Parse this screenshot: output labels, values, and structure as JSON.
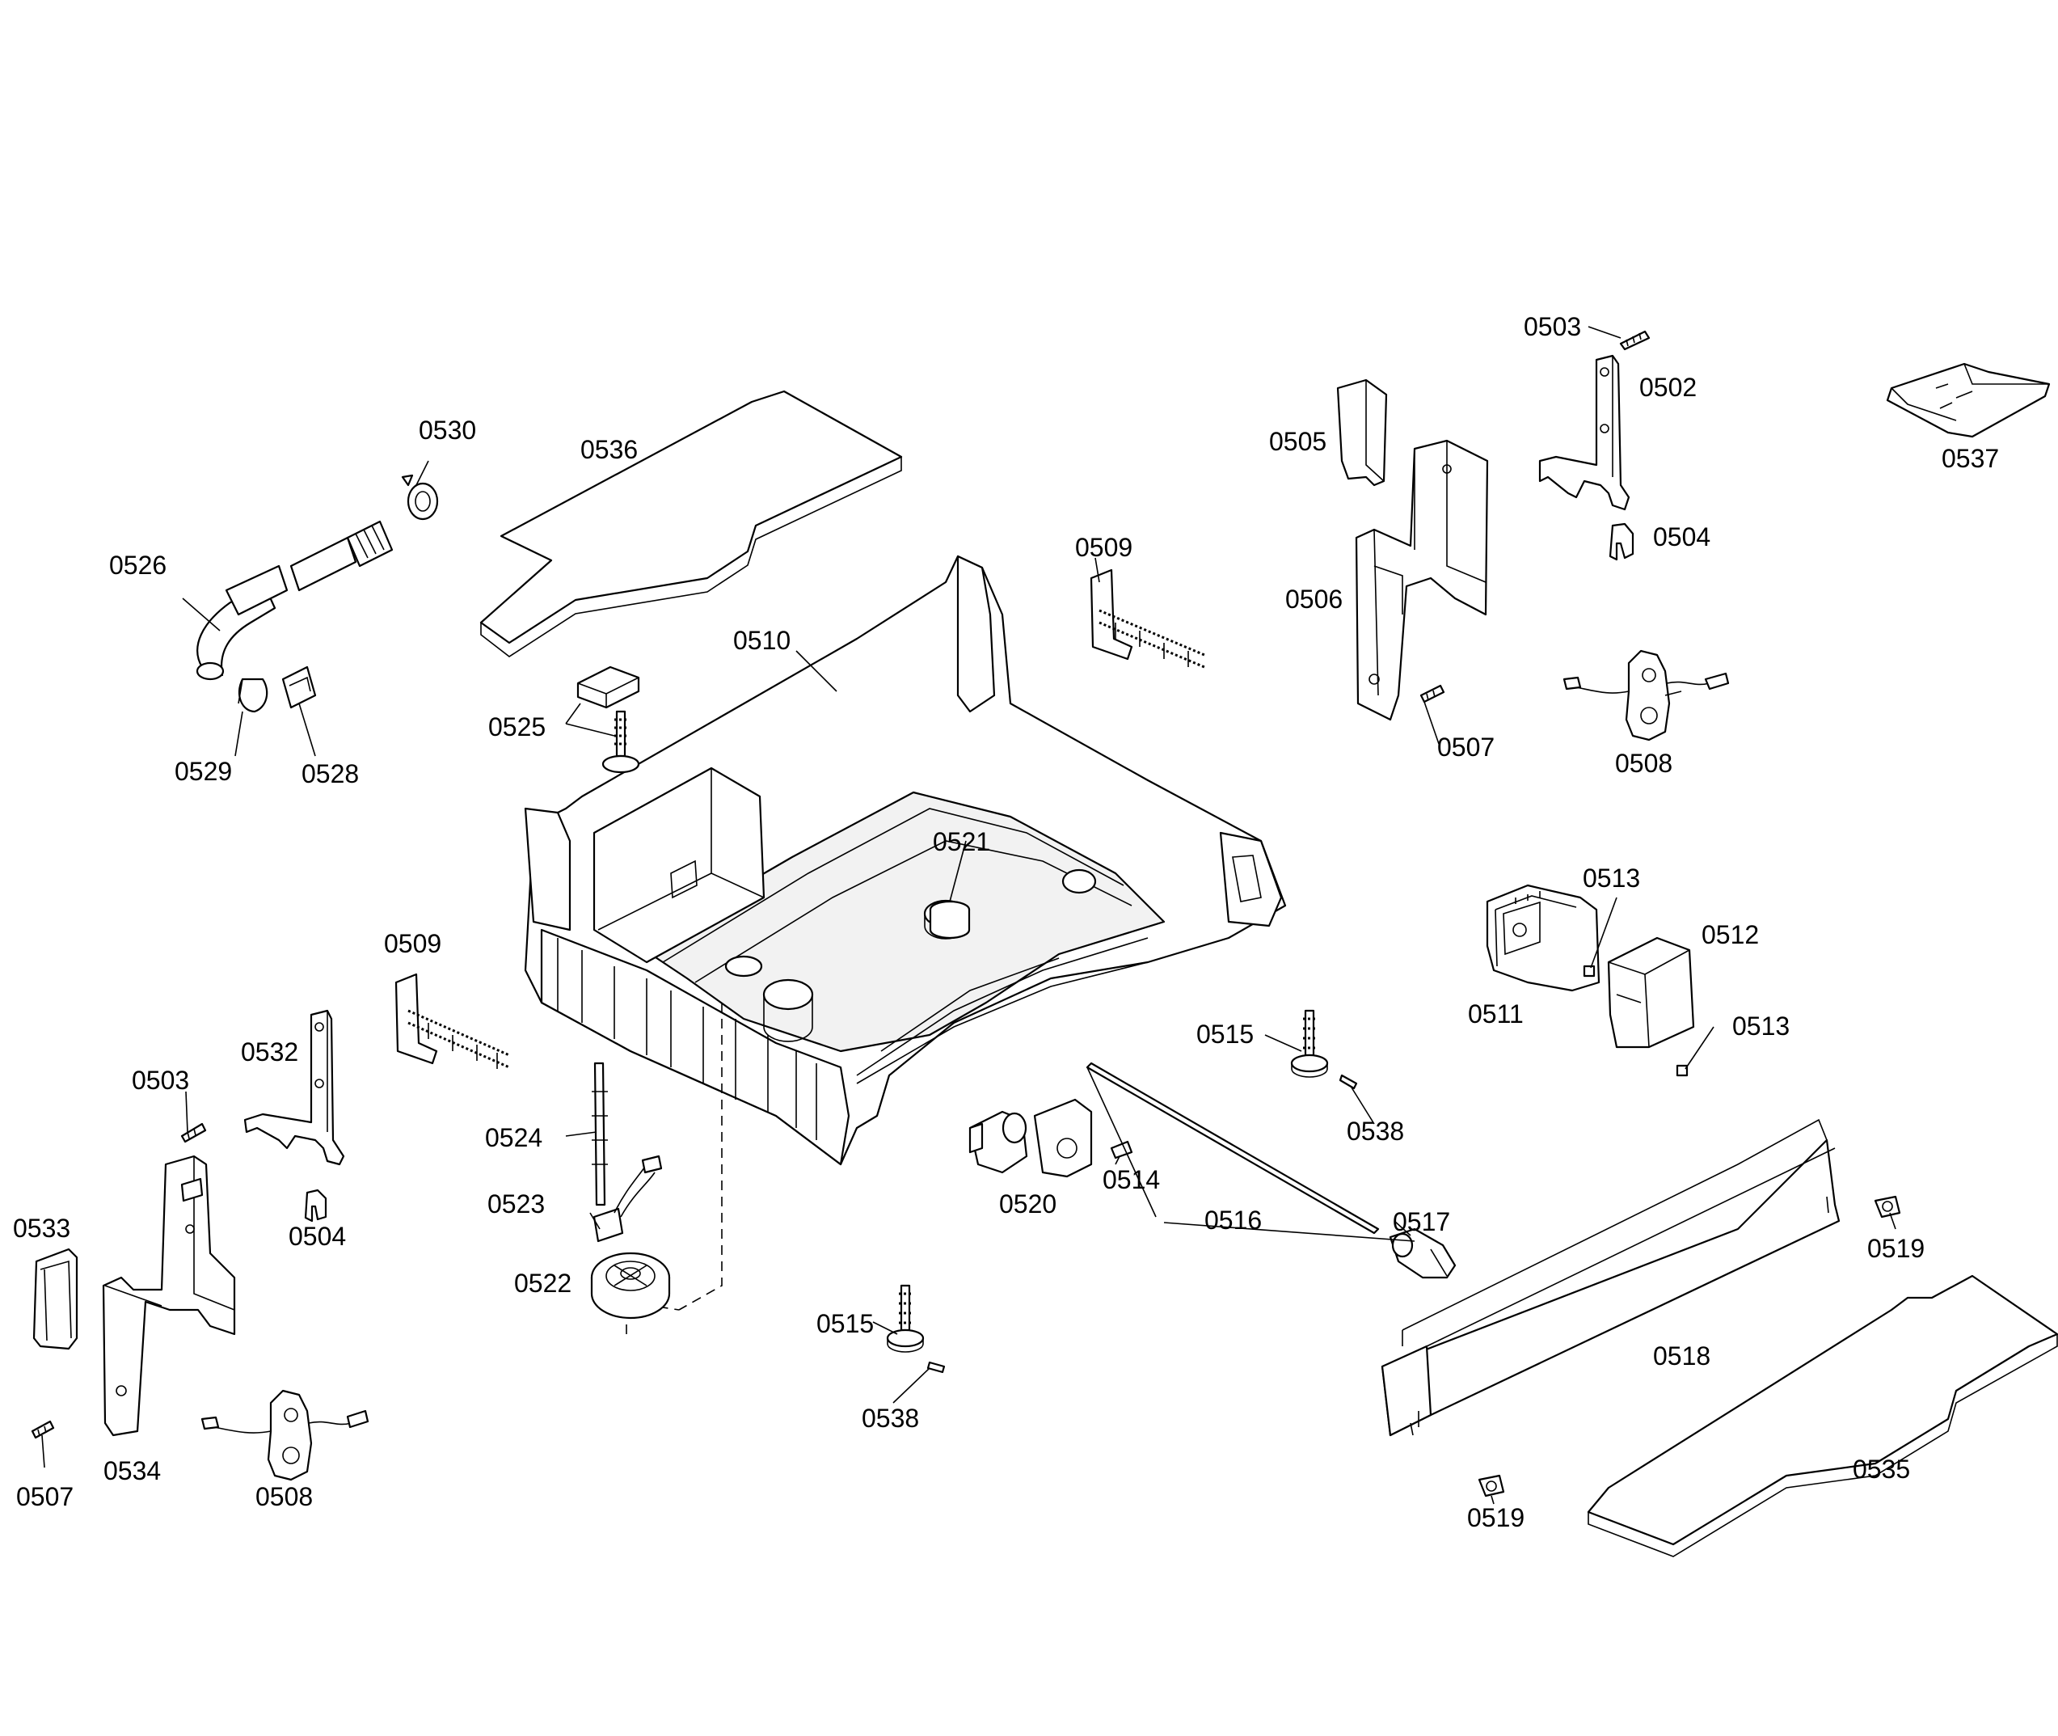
{
  "diagram": {
    "callouts": [
      {
        "id": "c0503a",
        "text": "0503"
      },
      {
        "id": "c0502",
        "text": "0502"
      },
      {
        "id": "c0537",
        "text": "0537"
      },
      {
        "id": "c0505",
        "text": "0505"
      },
      {
        "id": "c0504a",
        "text": "0504"
      },
      {
        "id": "c0506",
        "text": "0506"
      },
      {
        "id": "c0507a",
        "text": "0507"
      },
      {
        "id": "c0508a",
        "text": "0508"
      },
      {
        "id": "c0530",
        "text": "0530"
      },
      {
        "id": "c0536",
        "text": "0536"
      },
      {
        "id": "c0526",
        "text": "0526"
      },
      {
        "id": "c0509a",
        "text": "0509"
      },
      {
        "id": "c0510",
        "text": "0510"
      },
      {
        "id": "c0525",
        "text": "0525"
      },
      {
        "id": "c0529",
        "text": "0529"
      },
      {
        "id": "c0528",
        "text": "0528"
      },
      {
        "id": "c0521",
        "text": "0521"
      },
      {
        "id": "c0513a",
        "text": "0513"
      },
      {
        "id": "c0512",
        "text": "0512"
      },
      {
        "id": "c0511",
        "text": "0511"
      },
      {
        "id": "c0513b",
        "text": "0513"
      },
      {
        "id": "c0509b",
        "text": "0509"
      },
      {
        "id": "c0515a",
        "text": "0515"
      },
      {
        "id": "c0532",
        "text": "0532"
      },
      {
        "id": "c0503b",
        "text": "0503"
      },
      {
        "id": "c0538a",
        "text": "0538"
      },
      {
        "id": "c0524",
        "text": "0524"
      },
      {
        "id": "c0514",
        "text": "0514"
      },
      {
        "id": "c0520",
        "text": "0520"
      },
      {
        "id": "c0516",
        "text": "0516"
      },
      {
        "id": "c0517",
        "text": "0517"
      },
      {
        "id": "c0523",
        "text": "0523"
      },
      {
        "id": "c0504b",
        "text": "0504"
      },
      {
        "id": "c0533",
        "text": "0533"
      },
      {
        "id": "c0519a",
        "text": "0519"
      },
      {
        "id": "c0522",
        "text": "0522"
      },
      {
        "id": "c0515b",
        "text": "0515"
      },
      {
        "id": "c0518",
        "text": "0518"
      },
      {
        "id": "c0538b",
        "text": "0538"
      },
      {
        "id": "c0535",
        "text": "0535"
      },
      {
        "id": "c0534",
        "text": "0534"
      },
      {
        "id": "c0507b",
        "text": "0507"
      },
      {
        "id": "c0508b",
        "text": "0508"
      },
      {
        "id": "c0519b",
        "text": "0519"
      }
    ]
  }
}
